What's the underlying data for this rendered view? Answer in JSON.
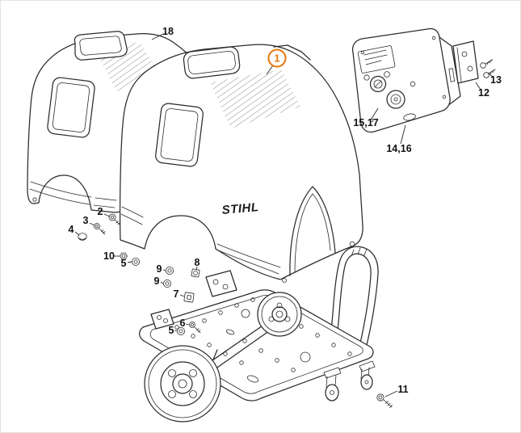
{
  "figure": {
    "background": "#ffffff",
    "line_color": "#2b2b2b",
    "accent_color": "#e8750a"
  },
  "brand": {
    "hood_logo": "STIHL"
  },
  "labels": {
    "p1": "1",
    "p2": "2",
    "p3": "3",
    "p4": "4",
    "p5a": "5",
    "p5b": "5",
    "p6": "6",
    "p7": "7",
    "p8": "8",
    "p9a": "9",
    "p9b": "9",
    "p10": "10",
    "p11": "11",
    "p12": "12",
    "p13": "13",
    "p14_16": "14,16",
    "p15_17": "15,17",
    "p18": "18"
  }
}
